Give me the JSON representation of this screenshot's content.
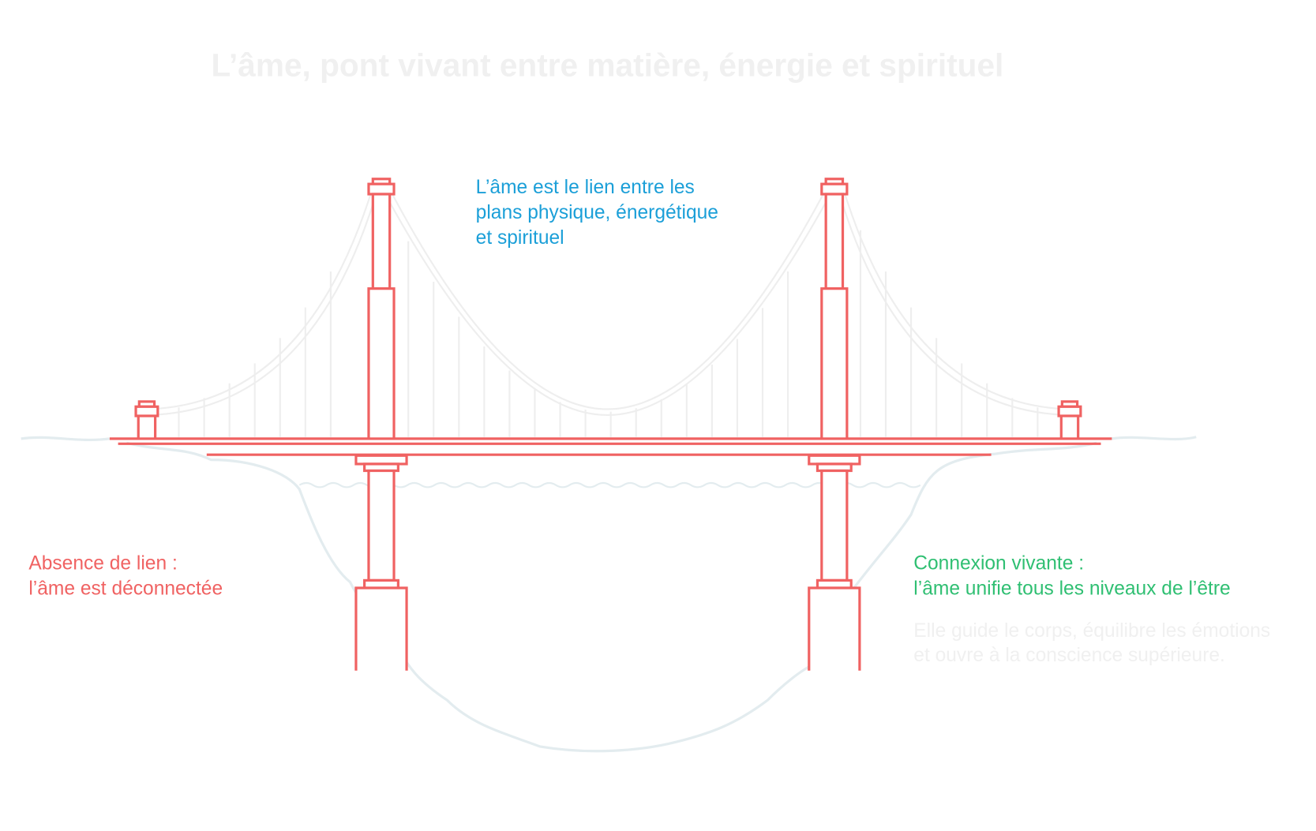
{
  "title": "L’âme, pont vivant entre matière, énergie et spirituel",
  "center_note": {
    "lines": [
      "L’âme est le lien entre les",
      "plans physique, énergétique",
      "et spirituel"
    ]
  },
  "left_note": {
    "lines": [
      "Absence de lien :",
      "l’âme est déconnectée"
    ]
  },
  "right_note": {
    "lines": [
      "Connexion vivante :",
      "l’âme unifie tous les niveaux de l’être"
    ],
    "detail_lines": [
      "Elle guide le corps, équilibre les émotions",
      "et ouvre à la conscience supérieure."
    ]
  },
  "colors": {
    "bridge": "#f06262",
    "blue": "#1b9fd8",
    "green": "#2fbf72",
    "faint": "#eeeeee",
    "ground": "#e3ecef"
  }
}
